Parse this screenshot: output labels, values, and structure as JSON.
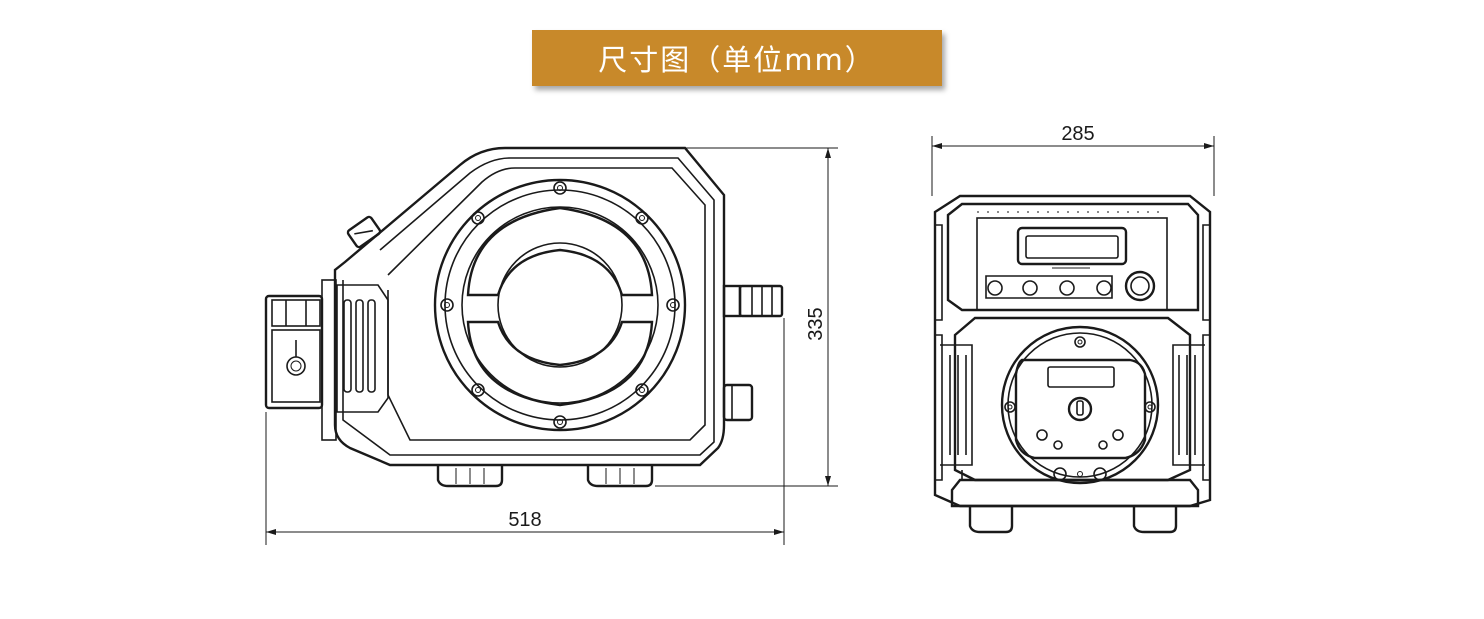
{
  "title": "尺寸图（单位mm）",
  "colors": {
    "banner": "#c8892a",
    "line": "#1a1a1a",
    "background": "#ffffff"
  },
  "dimensions": {
    "side_width": "518",
    "side_height": "335",
    "front_width": "285"
  }
}
